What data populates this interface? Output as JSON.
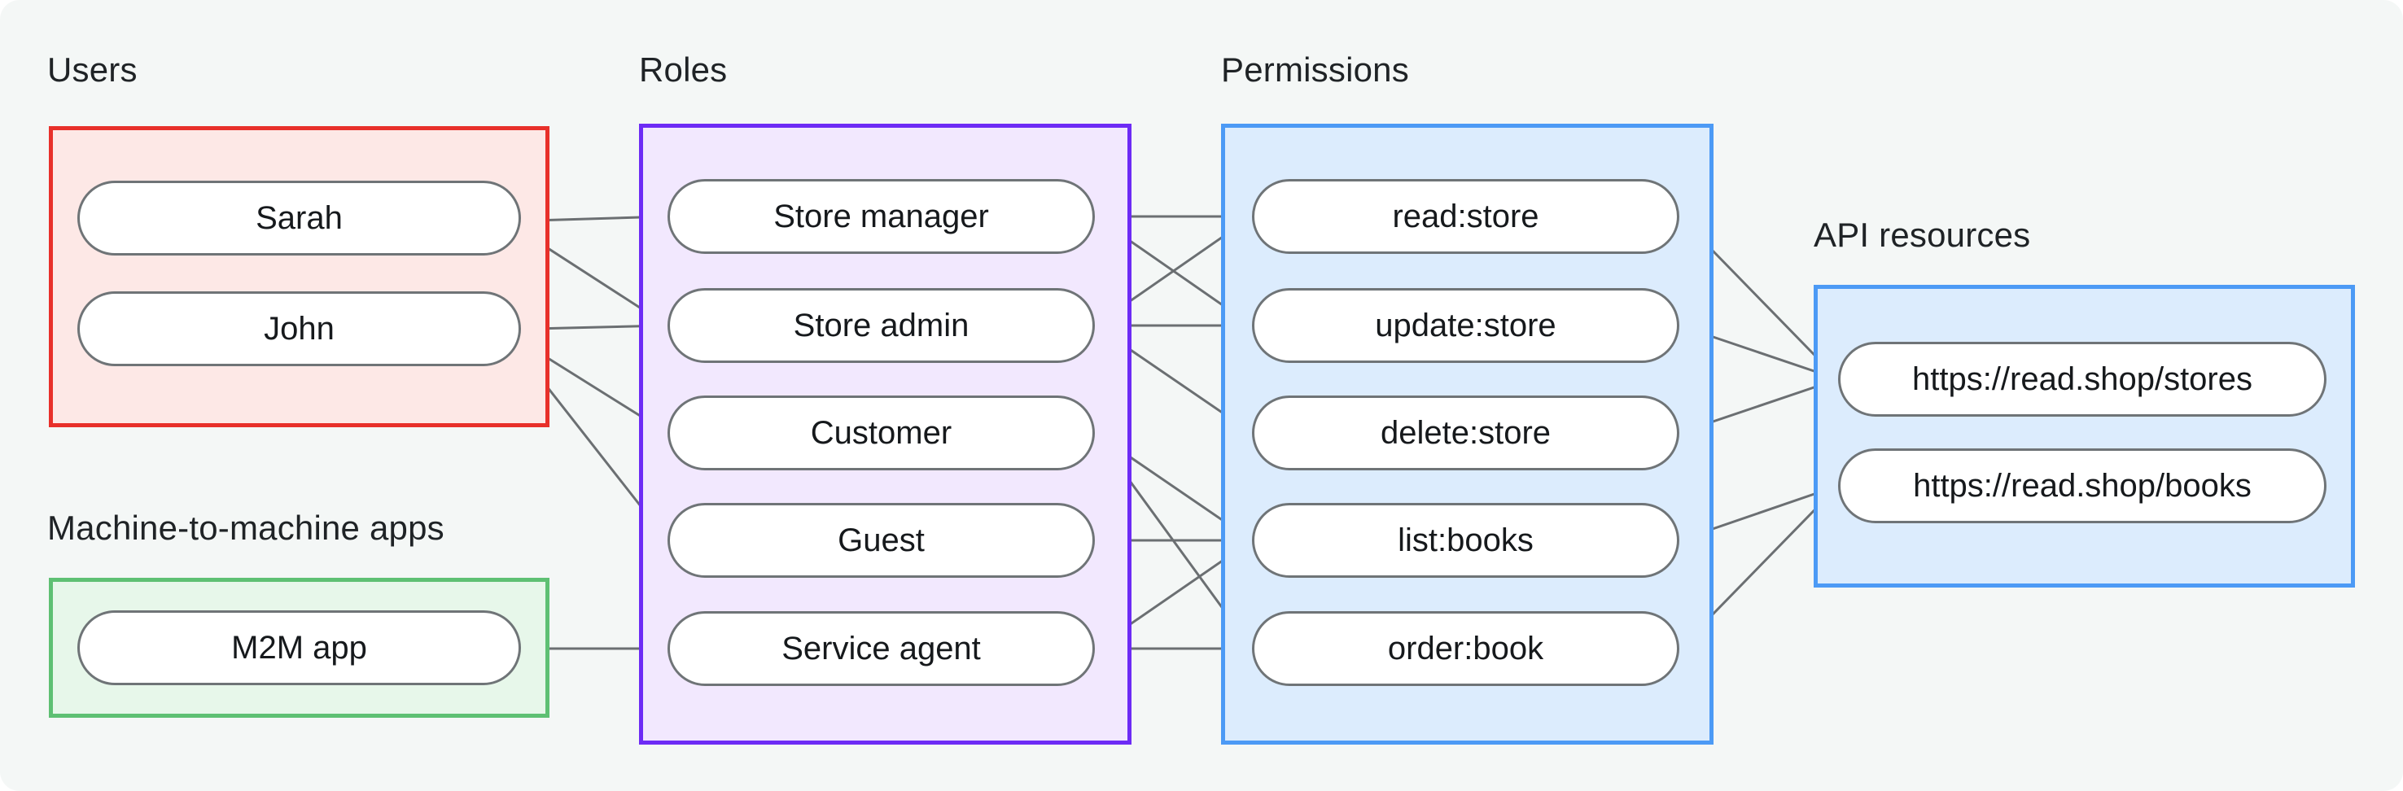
{
  "diagram": {
    "title_colors": {
      "users_border": "#e8302a",
      "users_fill": "#fde8e6",
      "m2m_border": "#5ec073",
      "m2m_fill": "#e7f7ea",
      "roles_border": "#6d2bf5",
      "roles_fill": "#f2e8fe",
      "permissions_border": "#4c9af5",
      "permissions_fill": "#dcecfd",
      "api_border": "#4c9af5",
      "api_fill": "#dcecfd",
      "edge": "#6b6f72",
      "canvas_bg": "#f4f7f6"
    },
    "groups": [
      {
        "id": "users",
        "label": "Users",
        "nodes": [
          {
            "id": "sarah",
            "label": "Sarah"
          },
          {
            "id": "john",
            "label": "John"
          }
        ]
      },
      {
        "id": "m2m",
        "label": "Machine-to-machine apps",
        "nodes": [
          {
            "id": "m2mapp",
            "label": "M2M app"
          }
        ]
      },
      {
        "id": "roles",
        "label": "Roles",
        "nodes": [
          {
            "id": "store-manager",
            "label": "Store manager"
          },
          {
            "id": "store-admin",
            "label": "Store admin"
          },
          {
            "id": "customer",
            "label": "Customer"
          },
          {
            "id": "guest",
            "label": "Guest"
          },
          {
            "id": "service-agent",
            "label": "Service agent"
          }
        ]
      },
      {
        "id": "permissions",
        "label": "Permissions",
        "nodes": [
          {
            "id": "read-store",
            "label": "read:store"
          },
          {
            "id": "update-store",
            "label": "update:store"
          },
          {
            "id": "delete-store",
            "label": "delete:store"
          },
          {
            "id": "list-books",
            "label": "list:books"
          },
          {
            "id": "order-book",
            "label": "order:book"
          }
        ]
      },
      {
        "id": "apiresources",
        "label": "API resources",
        "nodes": [
          {
            "id": "res-stores",
            "label": "https://read.shop/stores"
          },
          {
            "id": "res-books",
            "label": "https://read.shop/books"
          }
        ]
      }
    ],
    "edges": [
      {
        "from": "sarah",
        "to": "store-manager"
      },
      {
        "from": "sarah",
        "to": "store-admin"
      },
      {
        "from": "john",
        "to": "store-admin"
      },
      {
        "from": "john",
        "to": "customer"
      },
      {
        "from": "john",
        "to": "guest"
      },
      {
        "from": "m2mapp",
        "to": "service-agent"
      },
      {
        "from": "store-manager",
        "to": "read-store"
      },
      {
        "from": "store-manager",
        "to": "update-store"
      },
      {
        "from": "store-admin",
        "to": "read-store"
      },
      {
        "from": "store-admin",
        "to": "update-store"
      },
      {
        "from": "store-admin",
        "to": "delete-store"
      },
      {
        "from": "customer",
        "to": "list-books"
      },
      {
        "from": "customer",
        "to": "order-book"
      },
      {
        "from": "guest",
        "to": "list-books"
      },
      {
        "from": "service-agent",
        "to": "list-books"
      },
      {
        "from": "service-agent",
        "to": "order-book"
      },
      {
        "from": "read-store",
        "to": "res-stores"
      },
      {
        "from": "update-store",
        "to": "res-stores"
      },
      {
        "from": "delete-store",
        "to": "res-stores"
      },
      {
        "from": "list-books",
        "to": "res-books"
      },
      {
        "from": "order-book",
        "to": "res-books"
      }
    ]
  }
}
